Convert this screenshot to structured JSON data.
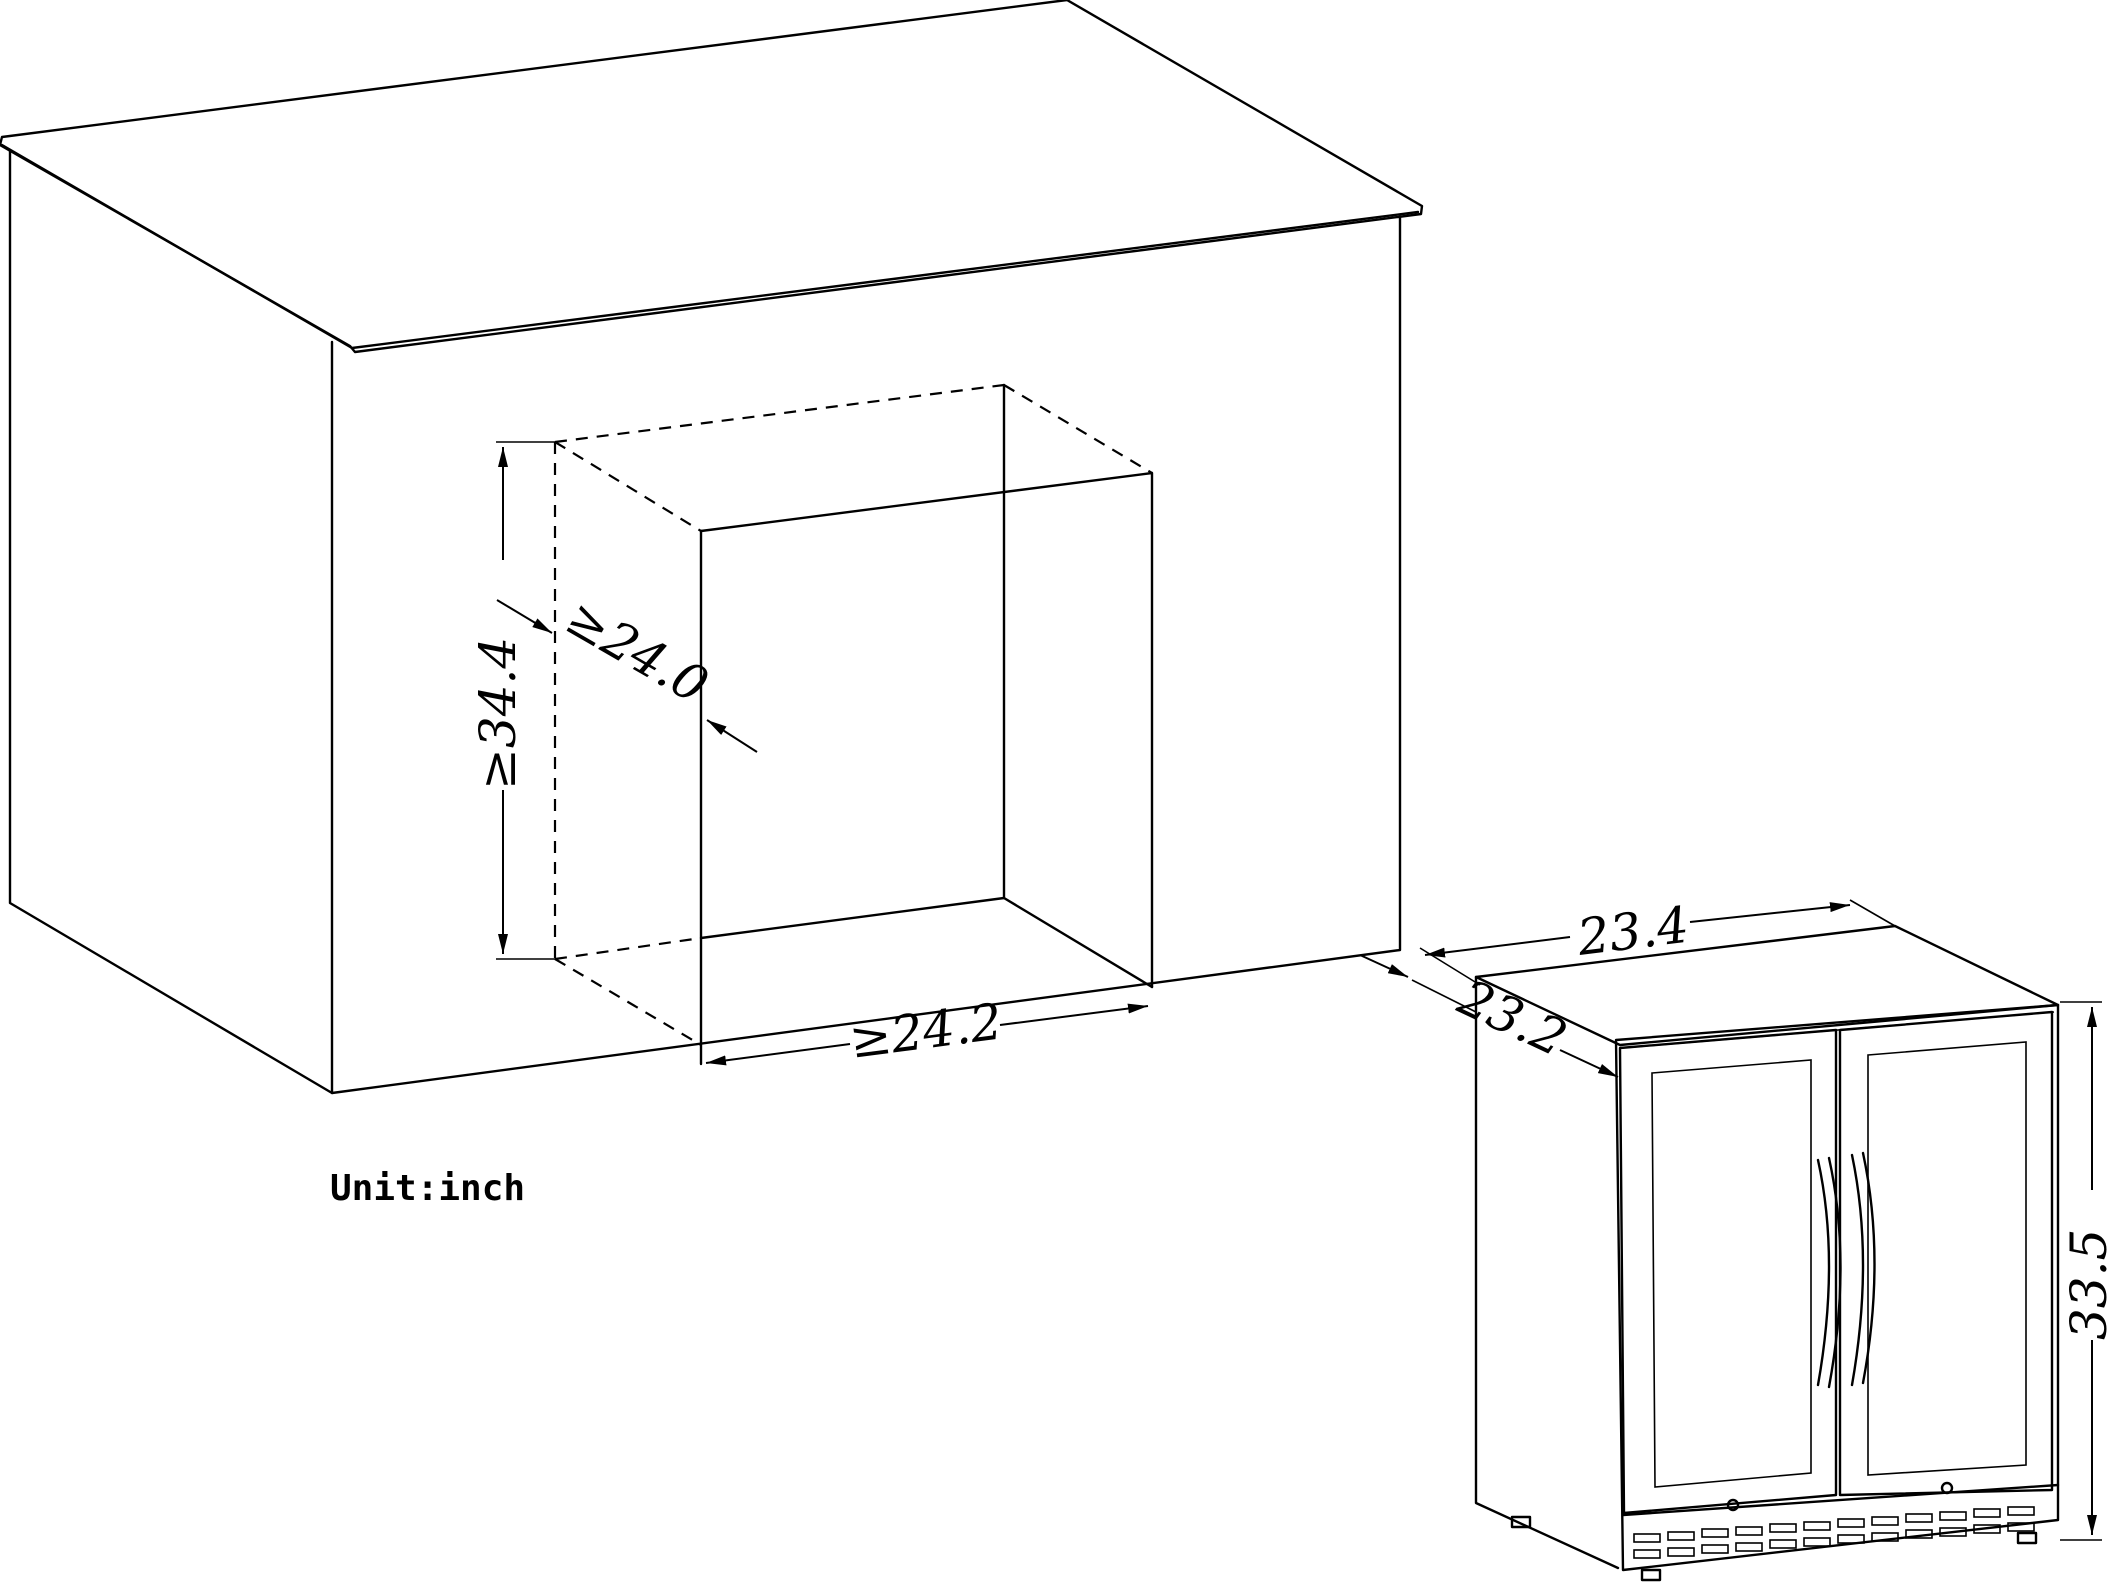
{
  "diagram": {
    "unit_label": "Unit:inch",
    "cutout": {
      "height_label": "≥34.4",
      "depth_label": "≥24.0",
      "width_label": "≥24.2"
    },
    "appliance": {
      "width_label": "23.4",
      "depth_label": "23.2",
      "height_label": "33.5"
    }
  }
}
